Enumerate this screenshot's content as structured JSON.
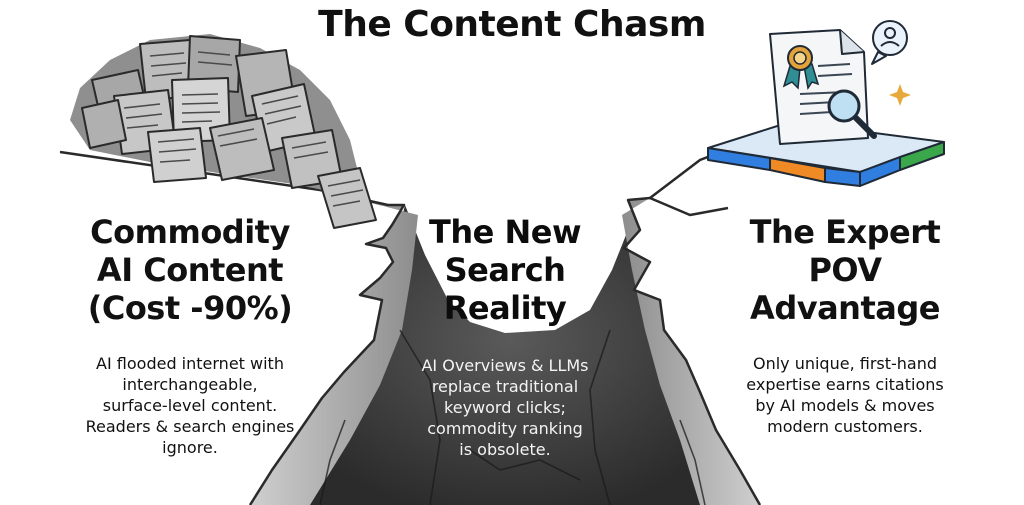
{
  "title": "The Content Chasm",
  "columns": {
    "left": {
      "heading": [
        "Commodity",
        "AI Content",
        "(Cost -90%)"
      ],
      "body": [
        "AI flooded internet with",
        "interchangeable,",
        "surface-level content.",
        "Readers & search engines",
        "ignore."
      ]
    },
    "middle": {
      "heading": [
        "The New",
        "Search",
        "Reality"
      ],
      "body": [
        "AI Overviews & LLMs",
        "replace traditional",
        "keyword clicks;",
        "commodity ranking",
        "is obsolete."
      ]
    },
    "right": {
      "heading": [
        "The Expert",
        "POV",
        "Advantage"
      ],
      "body": [
        "Only unique, first-hand",
        "expertise earns citations",
        "by AI models & moves",
        "modern customers."
      ]
    }
  },
  "icons": {
    "left_pile": "document-pile-icon",
    "right_badge": "certified-document-magnifier-icon",
    "right_person": "person-speech-bubble-icon",
    "right_sparkle": "sparkle-icon"
  },
  "colors": {
    "chasm_dark": "#1e1e1e",
    "chasm_light": "#a9a9a9",
    "platform_blue": "#2f7ee0",
    "platform_orange": "#f08a24",
    "platform_green": "#3aa84a",
    "ribbon_teal": "#2f8f95",
    "medal_gold": "#e2a43a"
  }
}
